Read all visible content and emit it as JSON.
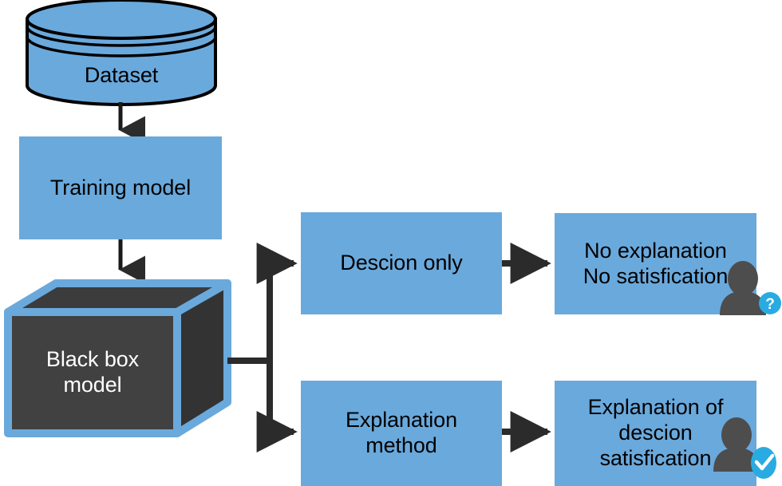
{
  "diagram": {
    "title": "Explainable AI pipeline flow diagram",
    "colors": {
      "node_fill": "#6aa9dc",
      "blackbox_face": "#414141",
      "blackbox_top": "#3a3a3a",
      "blackbox_side": "#333333",
      "blackbox_edge": "#6aa9dc",
      "arrow": "#2b2b2b",
      "outline": "#000000",
      "badge": "#29abe2",
      "person_icon": "#4d4d4d",
      "background": "#ffffff",
      "blackbox_text": "#ffffff",
      "node_text": "#000000"
    },
    "nodes": [
      {
        "id": "dataset",
        "shape": "cylinder",
        "label": "Dataset"
      },
      {
        "id": "training",
        "shape": "rect",
        "label": "Training model"
      },
      {
        "id": "blackbox",
        "shape": "cube",
        "label": "Black box\nmodel"
      },
      {
        "id": "descion",
        "shape": "rect",
        "label": "Descion only"
      },
      {
        "id": "noexp",
        "shape": "rect",
        "label": "No explanation\nNo satisfication"
      },
      {
        "id": "expmethod",
        "shape": "rect",
        "label": "Explanation\nmethod"
      },
      {
        "id": "expdescion",
        "shape": "rect",
        "label": "Explanation of\ndescion\nsatisfication"
      }
    ],
    "edges": [
      {
        "from": "dataset",
        "to": "training",
        "style": "straight-down"
      },
      {
        "from": "training",
        "to": "blackbox",
        "style": "straight-down"
      },
      {
        "from": "blackbox",
        "to": "descion",
        "style": "elbow-up-right"
      },
      {
        "from": "blackbox",
        "to": "expmethod",
        "style": "elbow-down-right"
      },
      {
        "from": "descion",
        "to": "noexp",
        "style": "straight-right"
      },
      {
        "from": "expmethod",
        "to": "expdescion",
        "style": "straight-right"
      }
    ],
    "icons": [
      {
        "id": "person-unsatisfied",
        "icon": "person-icon",
        "badge": "question-badge",
        "badge_glyph": "?",
        "in_node": "noexp"
      },
      {
        "id": "person-satisfied",
        "icon": "person-icon",
        "badge": "check-badge",
        "badge_glyph": "✓",
        "in_node": "expdescion"
      }
    ]
  }
}
